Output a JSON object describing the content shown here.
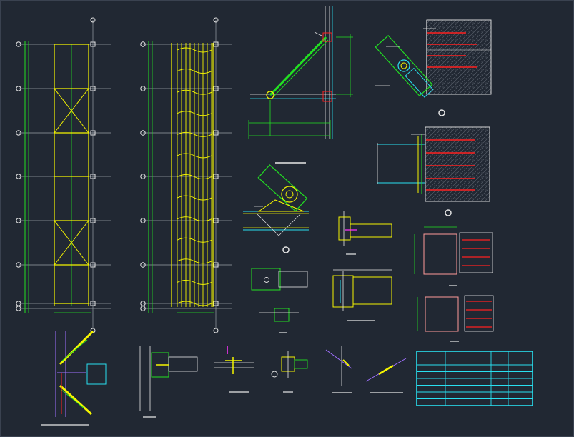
{
  "window": {
    "background": "#212833",
    "frame_color": "#3a4250"
  },
  "drawing": {
    "grid_bubble_count_left": 7,
    "elevation_a": {
      "bay_count": 6,
      "x_braced_bays": [
        1,
        4
      ]
    },
    "elevation_b": {
      "column_lines": 9,
      "tie_rows": 13
    },
    "colors": {
      "grid": "#9aa0a8",
      "green": "#22e022",
      "yellow": "#f5f500",
      "cyan": "#29e0f0",
      "red": "#ff2020",
      "magenta": "#ff33ff",
      "white": "#e8e8e8",
      "hatch": "#555c66",
      "purple": "#a070ff",
      "pink": "#ff9a9a"
    },
    "schedule_table": {
      "rows": 8,
      "columns": 4
    }
  }
}
